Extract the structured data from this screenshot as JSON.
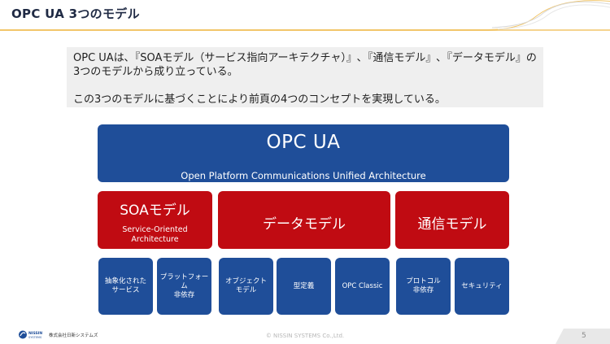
{
  "header": {
    "title": "OPC UA 3つのモデル"
  },
  "intro": {
    "line1": "OPC UAは､『SOAモデル（サービス指向アーキテクチャ）』､『通信モデル』､『データモデル』の",
    "line2": "3つのモデルから成り立っている。",
    "line3": "この3つのモデルに基づくことにより前頁の4つのコンセプトを実現している。"
  },
  "diagram": {
    "top": {
      "title": "OPC UA",
      "subtitle": "Open Platform Communications Unified Architecture"
    },
    "models": {
      "soa": {
        "title": "SOAモデル",
        "subtitle_line1": "Service-Oriented",
        "subtitle_line2": "Architecture"
      },
      "data": {
        "title": "データモデル"
      },
      "comm": {
        "title": "通信モデル"
      }
    },
    "items": [
      "抽象化された\nサービス",
      "プラットフォー\nム\n非依存",
      "オブジェクト\nモデル",
      "型定義",
      "OPC Classic",
      "プロトコル\n非依存",
      "セキュリティ"
    ]
  },
  "footer": {
    "company": "株式会社日新システムズ",
    "copyright": "© NISSIN SYSTEMS Co.,Ltd.",
    "page_number": "5"
  },
  "colors": {
    "blue": "#1f4e99",
    "red": "#c00b12",
    "header_yellow": "#f2c66a",
    "intro_bg": "#efefef"
  }
}
